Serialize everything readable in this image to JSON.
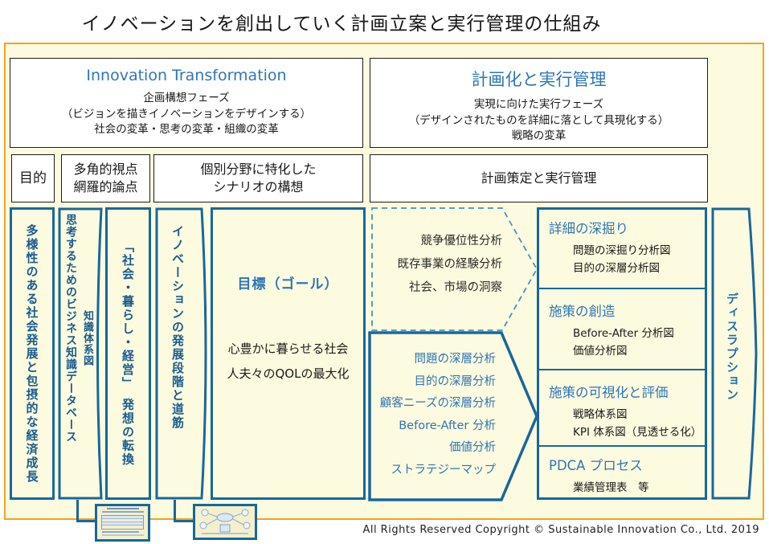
{
  "page": {
    "title": "イノベーションを創出していく計画立案と実行管理の仕組み",
    "copyright": "All Rights Reserved  Copyright © Sustainable Innovation  Co., Ltd.  2019"
  },
  "phases": {
    "left": {
      "title": "Innovation Transformation",
      "lines": [
        "企画構想フェーズ",
        "（ビジョンを描きイノベーションをデザインする）",
        "社会の変革・思考の変革・組織の変革"
      ]
    },
    "right": {
      "title": "計画化と実行管理",
      "lines": [
        "実現に向けた実行フェーズ",
        "（デザインされたものを詳細に落として具現化する）",
        "戦略の変革"
      ]
    }
  },
  "purpose_row": {
    "label": "目的",
    "viewpoints": [
      "多角的視点",
      "網羅的論点"
    ],
    "scenario": [
      "個別分野に特化した",
      "シナリオの構想"
    ],
    "plan": "計画策定と実行管理"
  },
  "columns": {
    "col1": "多様性のある社会発展と包摂的な経済成長",
    "col2_main": "思考するためのビジネス知識データベース",
    "col2_sub": "知識体系図",
    "col3": "「社会・暮らし・経営」　発想の転換",
    "col4": "イノベーションの発展段階と道筋",
    "disruption": "ディスラプション"
  },
  "goal": {
    "title": "目標（ゴール）",
    "lines": [
      "心豊かに暮らせる社会",
      "人夫々のQOLの最大化"
    ]
  },
  "analysis_input": {
    "items": [
      "競争優位性分析",
      "既存事業の経験分析",
      "社会、市場の洞察"
    ]
  },
  "analysis_methods": {
    "items": [
      "問題の深層分析",
      "目的の深層分析",
      "顧客ニーズの深層分析",
      "Before-After 分析",
      "価値分析",
      "ストラテジーマップ"
    ]
  },
  "right_panel": {
    "sections": [
      {
        "heading": "詳細の深掘り",
        "items": [
          "問題の深掘り分析図",
          "目的の深層分析図"
        ]
      },
      {
        "heading": "施策の創造",
        "items": [
          "Before-After 分析図",
          "価値分析図"
        ]
      },
      {
        "heading": "施策の可視化と評価",
        "items": [
          "戦略体系図",
          "KPI 体系図（見透せる化）"
        ]
      },
      {
        "heading": "PDCA プロセス",
        "items": [
          "業績管理表　等"
        ]
      }
    ]
  },
  "colors": {
    "frame_orange": "#F9A11B",
    "border_blue": "#17689B",
    "heading_blue": "#2E75B6",
    "fill_yellow": "#FCFADF"
  }
}
